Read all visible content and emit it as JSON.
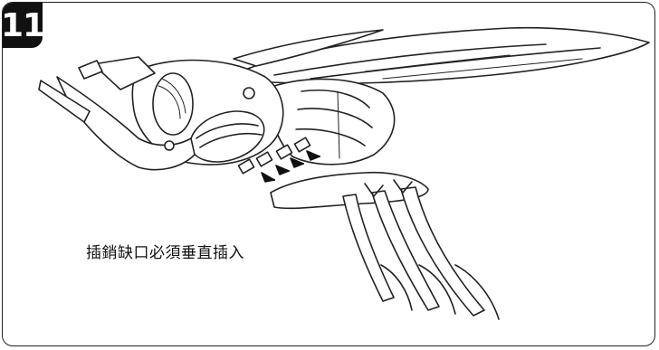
{
  "step": {
    "number": "11"
  },
  "instruction": {
    "text": "插銷缺口必須垂直插入"
  },
  "illustration": {
    "subject": "insect-model-assembly",
    "arrows": 4
  }
}
